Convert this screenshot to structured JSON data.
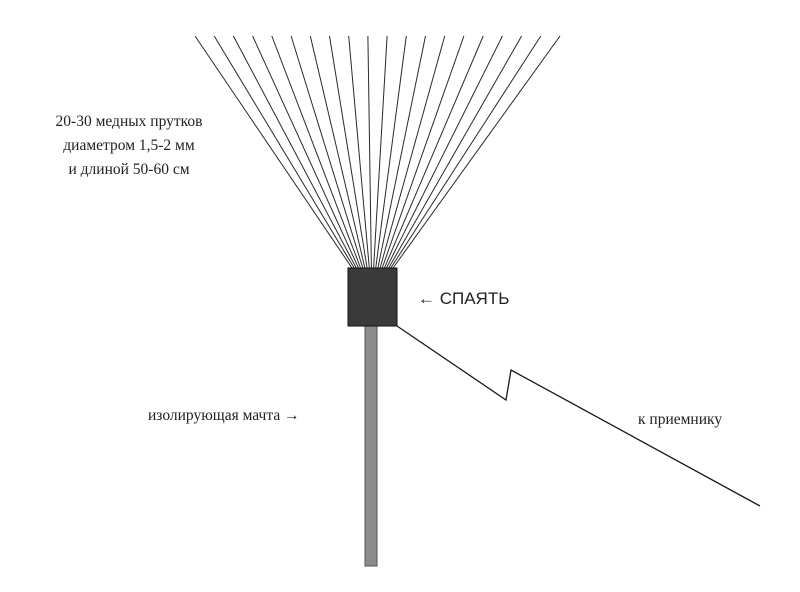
{
  "labels": {
    "rods_line1": "20-30 медных прутков",
    "rods_line2": "диаметром 1,5-2 мм",
    "rods_line3": "и длиной 50-60 см",
    "solder": "← СПАЯТЬ",
    "mast": "изолирующая мачта →",
    "receiver": "к приемнику"
  },
  "colors": {
    "rods": "#2a2a2a",
    "junction": "#3a3a3a",
    "mast": "#8c8c8c",
    "wire": "#1a1a1a"
  }
}
